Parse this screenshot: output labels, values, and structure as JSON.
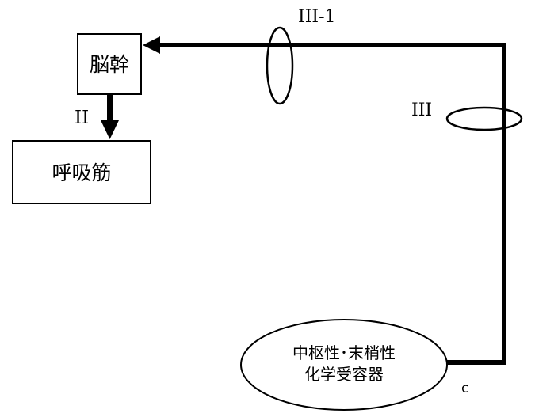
{
  "nodes": {
    "brainstem": {
      "label": "脳幹"
    },
    "respiratory_muscles": {
      "label": "呼吸筋"
    },
    "chemoreceptors": {
      "line1": "中枢性･末梢性",
      "line2": "化学受容器"
    }
  },
  "labels": {
    "ii": "II",
    "iii": "III",
    "iii_1": "III-1",
    "c": "c"
  }
}
